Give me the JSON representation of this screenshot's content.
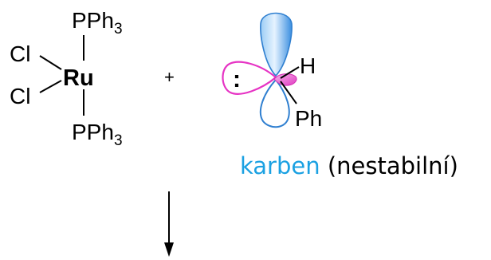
{
  "complex": {
    "top_ligand": "PPh",
    "top_ligand_sub": "3",
    "bottom_ligand": "PPh",
    "bottom_ligand_sub": "3",
    "metal": "Ru",
    "left_ligand_top": "Cl",
    "left_ligand_bottom": "Cl"
  },
  "plus_sign": "+",
  "carbene": {
    "substituent_top": "H",
    "substituent_bottom": "Ph",
    "lone_pair": ":",
    "caption_name": "karben",
    "caption_note": "(nestabilní)"
  },
  "colors": {
    "caption_name": "#1ba1e2",
    "caption_note": "#000000",
    "p_orbital_fill": "#4b9fe6",
    "p_orbital_highlight": "#dff0ff",
    "p_orbital_outline": "#2f7fd0",
    "sp2_lobe": "#e633c4",
    "sp2_small_lobe": "#f27ad9",
    "bonds": "#000000"
  }
}
